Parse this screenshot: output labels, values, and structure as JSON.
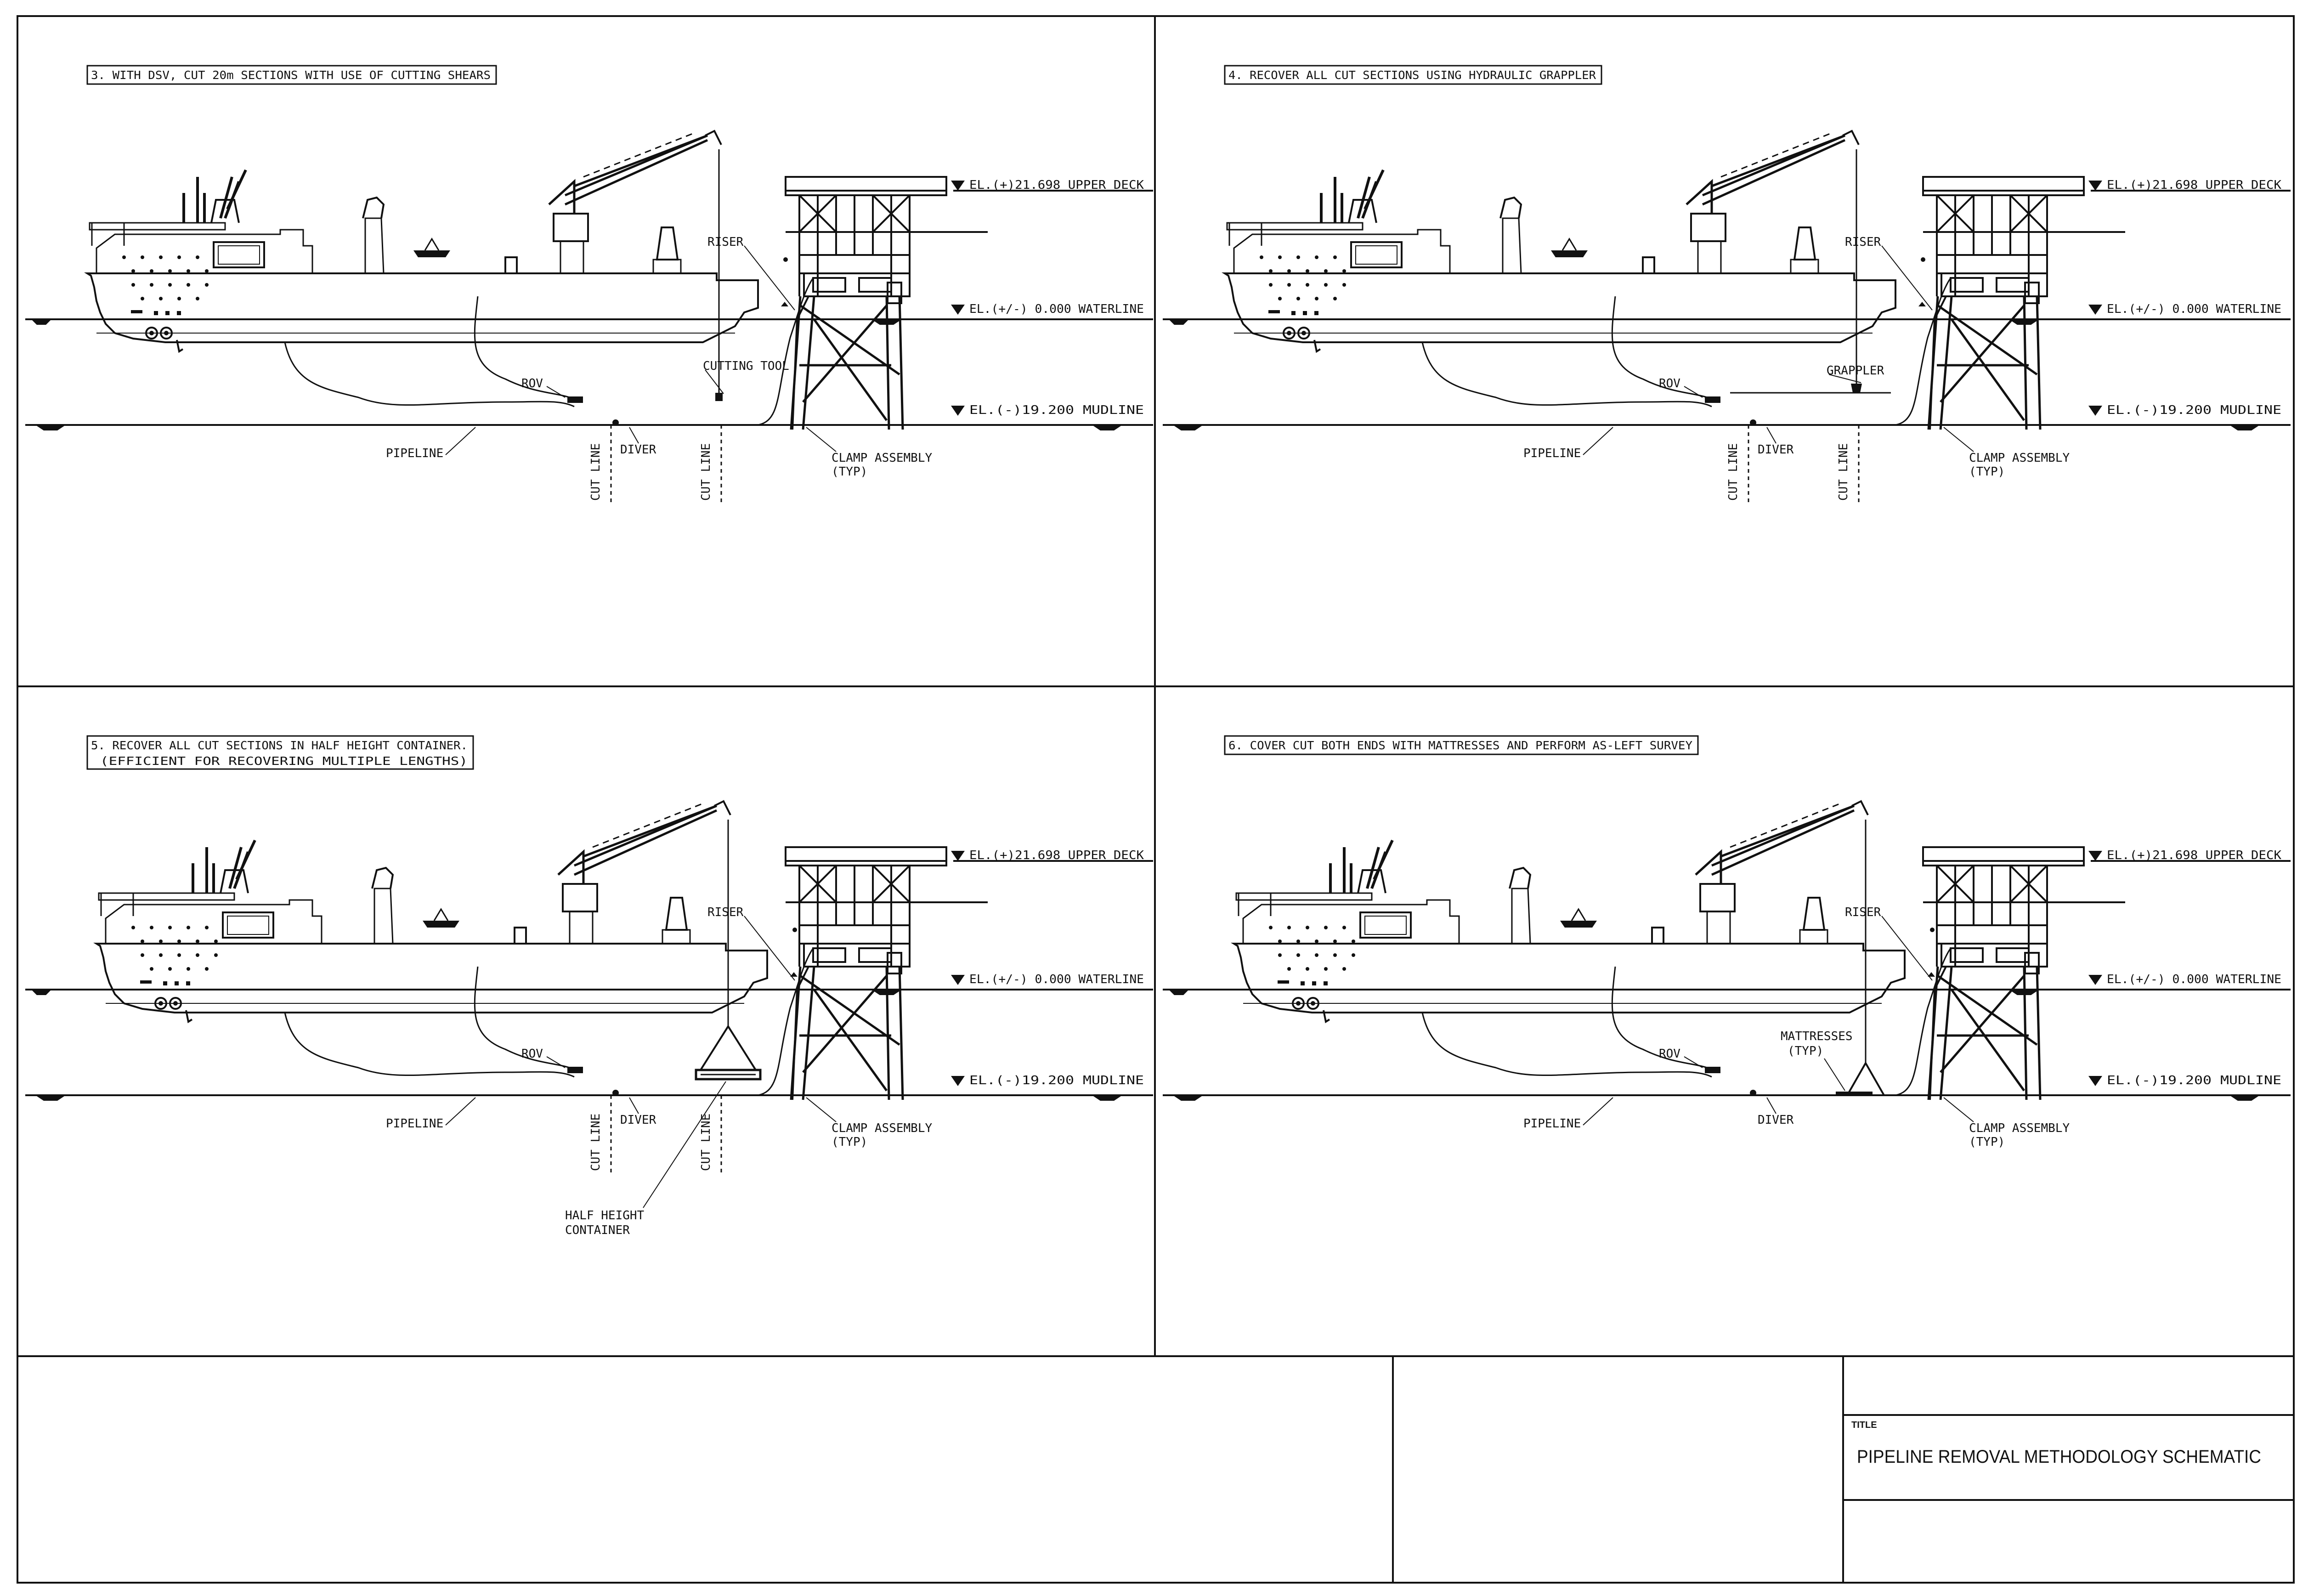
{
  "panels": [
    {
      "id": "p3",
      "step_title": [
        "3. WITH DSV, CUT 20m SECTIONS WITH USE OF CUTTING SHEARS"
      ],
      "labels": {
        "riser": "RISER",
        "rov": "ROV",
        "diver": "DIVER",
        "pipeline": "PIPELINE",
        "cut_line": "CUT LINE",
        "clamp": [
          "CLAMP ASSEMBLY",
          "(TYP)"
        ],
        "tool": [
          "CUTTING TOOL"
        ]
      },
      "elevations": [
        "EL.(+)21.698 UPPER DECK",
        "EL.(+/-) 0.000 WATERLINE",
        "EL.(-)19.200 MUDLINE"
      ]
    },
    {
      "id": "p4",
      "step_title": [
        "4. RECOVER ALL CUT SECTIONS USING HYDRAULIC GRAPPLER"
      ],
      "labels": {
        "riser": "RISER",
        "rov": "ROV",
        "diver": "DIVER",
        "pipeline": "PIPELINE",
        "cut_line": "CUT LINE",
        "clamp": [
          "CLAMP ASSEMBLY",
          "(TYP)"
        ],
        "tool": [
          "GRAPPLER"
        ]
      },
      "elevations": [
        "EL.(+)21.698 UPPER DECK",
        "EL.(+/-) 0.000 WATERLINE",
        "EL.(-)19.200 MUDLINE"
      ]
    },
    {
      "id": "p5",
      "step_title": [
        "5. RECOVER ALL CUT SECTIONS IN HALF HEIGHT CONTAINER.",
        "(EFFICIENT FOR RECOVERING MULTIPLE LENGTHS)"
      ],
      "labels": {
        "riser": "RISER",
        "rov": "ROV",
        "diver": "DIVER",
        "pipeline": "PIPELINE",
        "cut_line": "CUT LINE",
        "clamp": [
          "CLAMP ASSEMBLY",
          "(TYP)"
        ],
        "tool": [
          "HALF HEIGHT",
          "CONTAINER"
        ]
      },
      "elevations": [
        "EL.(+)21.698 UPPER DECK",
        "EL.(+/-) 0.000 WATERLINE",
        "EL.(-)19.200 MUDLINE"
      ]
    },
    {
      "id": "p6",
      "step_title": [
        "6. COVER CUT BOTH ENDS WITH MATTRESSES AND PERFORM AS-LEFT SURVEY"
      ],
      "labels": {
        "riser": "RISER",
        "rov": "ROV",
        "diver": "DIVER",
        "pipeline": "PIPELINE",
        "cut_line": "",
        "clamp": [
          "CLAMP ASSEMBLY",
          "(TYP)"
        ],
        "tool": [
          "MATTRESSES",
          "(TYP)"
        ]
      },
      "elevations": [
        "EL.(+)21.698 UPPER DECK",
        "EL.(+/-) 0.000 WATERLINE",
        "EL.(-)19.200 MUDLINE"
      ]
    }
  ],
  "title_block": {
    "title_caption": "TITLE",
    "title": "PIPELINE REMOVAL METHODOLOGY SCHEMATIC"
  }
}
